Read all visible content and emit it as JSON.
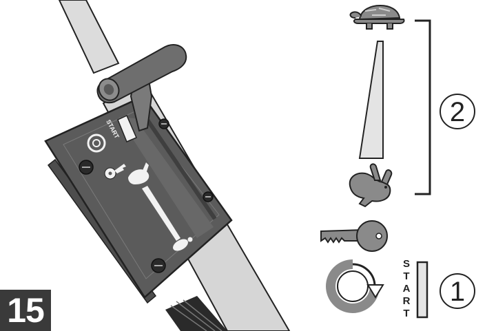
{
  "step_number": "15",
  "callouts": {
    "speed_range": "2",
    "start_switch": "1"
  },
  "start_label": {
    "letters": [
      "S",
      "T",
      "A",
      "R",
      "T"
    ]
  },
  "icons": {
    "slow_speed": "turtle-icon",
    "fast_speed": "rabbit-icon",
    "ignition": "key-icon",
    "start_rotation": "circular-arrow-icon"
  },
  "colors": {
    "outline": "#222222",
    "plate": "#5b5b5b",
    "plate_dark": "#3f3f3f",
    "tube": "#dcdcdc",
    "badge": "#3a3a3a",
    "wedge": "#e4e4e4"
  }
}
